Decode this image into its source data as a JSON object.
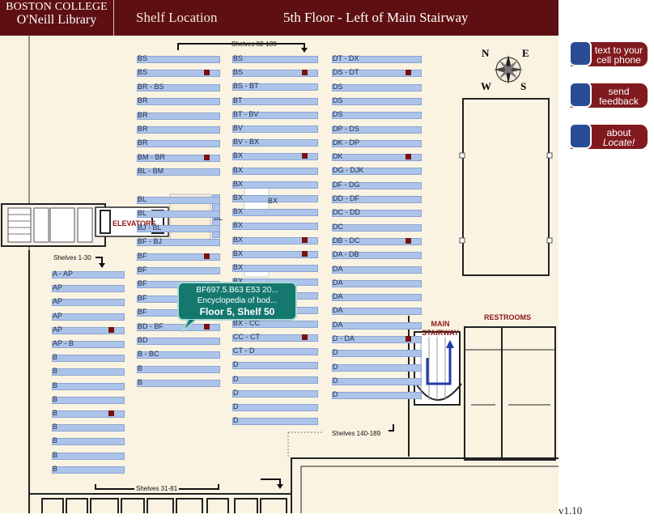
{
  "header": {
    "logo_line1": "BOSTON COLLEGE",
    "logo_line2": "O'Neill Library",
    "title": "Shelf Location",
    "location": "5th Floor - Left of Main Stairway"
  },
  "side_buttons": [
    {
      "label": "text to your cell phone"
    },
    {
      "label": "send feedback"
    },
    {
      "label": "about",
      "label2": "Locate!"
    }
  ],
  "version": "v1.10",
  "tooltip": {
    "line1": "BF697.5.B63 E53 20...",
    "line2": "Encyclopedia of bod...",
    "line3": "Floor 5, Shelf 50"
  },
  "map": {
    "colors": {
      "floor": "#fbf3e2",
      "shelf": "#adc4ea",
      "marker": "#7a1010",
      "route": "#1f3aa8"
    },
    "compass": {
      "n": "N",
      "e": "E",
      "s": "S",
      "w": "W"
    },
    "shelf_groups": [
      {
        "text": "Shelves 82-139"
      },
      {
        "text": "Shelves 1-30"
      },
      {
        "text": "Shelves 31-81"
      },
      {
        "text": "Shelves 140-189"
      }
    ],
    "rooms": {
      "elevators": "ELEVATORS",
      "main_stairway": "MAIN STAIRWAY",
      "restrooms": "RESTROOMS"
    },
    "col_ap": [
      "A - AP",
      "AP",
      "AP",
      "AP",
      "AP",
      "AP - B",
      "B",
      "B",
      "B",
      "B",
      "B",
      "B",
      "B",
      "B",
      "B"
    ],
    "col_bs": [
      "BS",
      "BS",
      "BR - BS",
      "BR",
      "BR",
      "BR",
      "BR",
      "BM - BR",
      "BL - BM",
      "",
      "BL",
      "BL",
      "BJ - BL",
      "BF - BJ",
      "BF",
      "BF",
      "BF",
      "BF",
      "BF",
      "BD - BF",
      "BD",
      "B - BC",
      "B",
      "B"
    ],
    "col_bx": [
      "BS",
      "BS",
      "BS - BT",
      "BT",
      "BT - BV",
      "BV",
      "BV - BX",
      "BX",
      "BX",
      "BX",
      "BX",
      "BX",
      "BX",
      "BX",
      "BX",
      "BX",
      "BX",
      "BX",
      "BX",
      "BX - CC",
      "CC - CT",
      "CT - D",
      "D",
      "D",
      "D",
      "D",
      "D"
    ],
    "col_dt": [
      "DT - DX",
      "DS - DT",
      "DS",
      "DS",
      "DS",
      "DP - DS",
      "DK - DP",
      "DK",
      "DG - DJK",
      "DF - DG",
      "DD - DF",
      "DC - DD",
      "DC",
      "DB - DC",
      "DA - DB",
      "DA",
      "DA",
      "DA",
      "DA",
      "DA",
      "D - DA",
      "D",
      "D",
      "D",
      "D"
    ],
    "bl_label": "BL"
  }
}
